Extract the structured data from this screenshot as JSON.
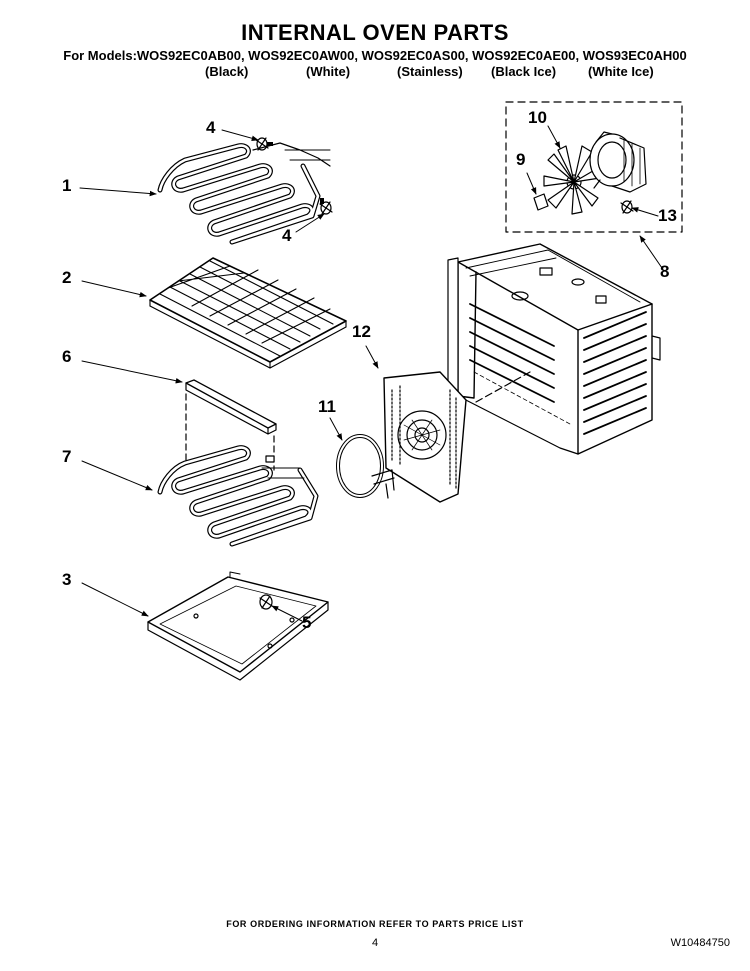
{
  "header": {
    "title": "INTERNAL OVEN PARTS",
    "models_line": "For Models:WOS92EC0AB00, WOS92EC0AW00, WOS92EC0AS00, WOS92EC0AE00, WOS93EC0AH00",
    "finishes": [
      "(Black)",
      "(White)",
      "(Stainless)",
      "(Black Ice)",
      "(White Ice)"
    ]
  },
  "callouts": [
    "1",
    "2",
    "3",
    "4",
    "4",
    "5",
    "6",
    "7",
    "8",
    "9",
    "10",
    "11",
    "12",
    "13"
  ],
  "footer": {
    "ordering_note": "FOR ORDERING INFORMATION REFER TO PARTS PRICE LIST",
    "page_number": "4",
    "document_number": "W10484750"
  }
}
